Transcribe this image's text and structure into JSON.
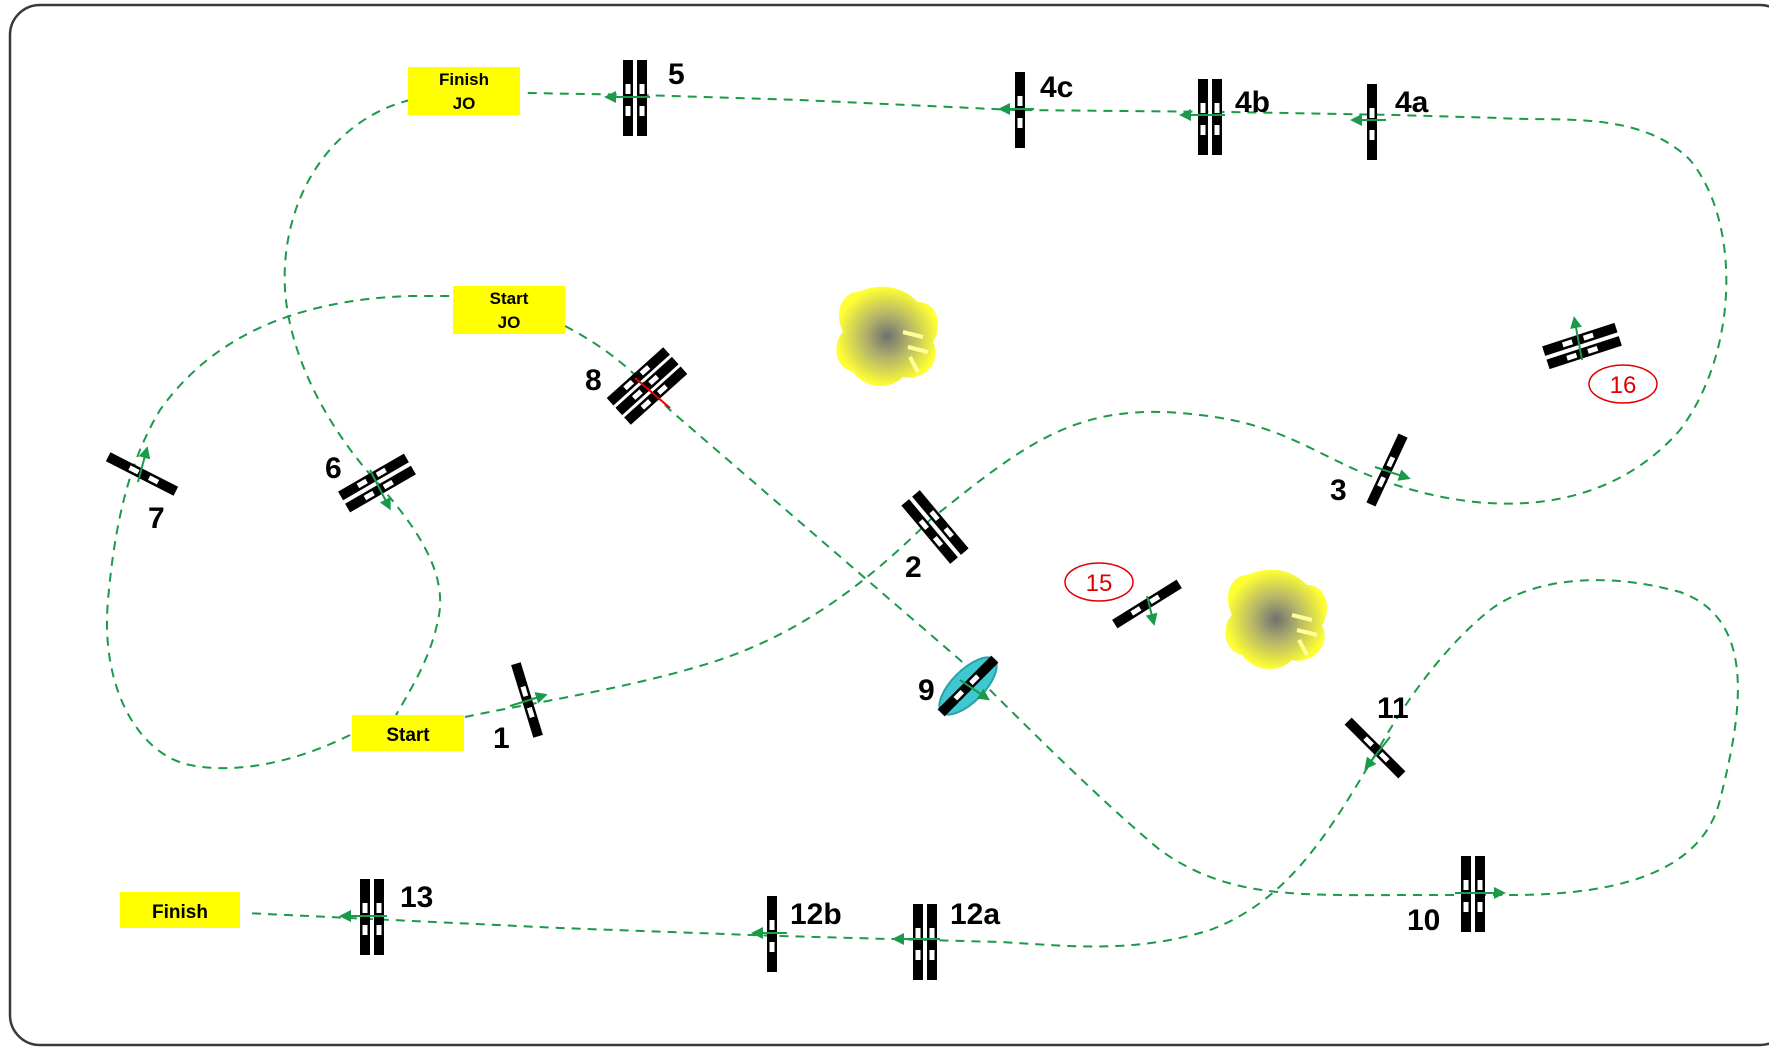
{
  "diagram": {
    "border_color": "#3a3a3a",
    "route_color": "#1a9a4a",
    "label_box_color": "#ffff00",
    "water_color": "#40c8d0",
    "note_color": "#e00000",
    "labels": {
      "start": "Start",
      "finish": "Finish",
      "start_jo_line1": "Start",
      "start_jo_line2": "JO",
      "finish_jo_line1": "Finish",
      "finish_jo_line2": "JO"
    },
    "fences": {
      "f1": "1",
      "f2": "2",
      "f3": "3",
      "f4a": "4a",
      "f4b": "4b",
      "f4c": "4c",
      "f5": "5",
      "f6": "6",
      "f7": "7",
      "f8": "8",
      "f9": "9",
      "f10": "10",
      "f11": "11",
      "f12a": "12a",
      "f12b": "12b",
      "f13": "13"
    },
    "extra_fences": {
      "f15": "15",
      "f16": "16"
    },
    "decorations": [
      "bush-icon",
      "bush-icon"
    ]
  }
}
